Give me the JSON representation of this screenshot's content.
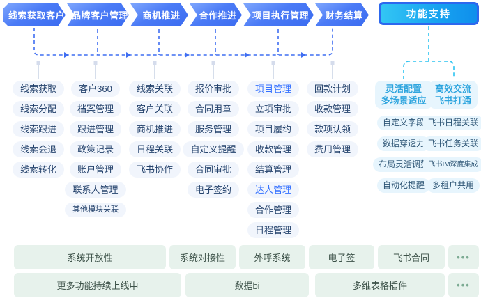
{
  "stages": [
    {
      "label": "线索获取客户",
      "items": [
        "线索获取",
        "线索分配",
        "线索跟进",
        "线索会退",
        "线索转化"
      ]
    },
    {
      "label": "品牌客户管理",
      "items": [
        "客户360",
        "档案管理",
        "跟进管理",
        "政策记录",
        "账户管理",
        "联系人管理",
        "其他模块关联"
      ]
    },
    {
      "label": "商机推进",
      "items": [
        "线索关联",
        "客户关联",
        "商机推进",
        "日程关联",
        "飞书协作"
      ]
    },
    {
      "label": "合作推进",
      "items": [
        "报价审批",
        "合同用章",
        "服务管理",
        "自定义提醒",
        "合同审批",
        "电子签约"
      ]
    },
    {
      "label": "项目执行管理",
      "items": [
        "项目管理",
        "立项审批",
        "项目履约",
        "收款管理",
        "结算管理",
        "达人管理",
        "合作管理",
        "日程管理"
      ]
    },
    {
      "label": "财务结算",
      "items": [
        "回款计划",
        "收款管理",
        "款项认领",
        "费用管理"
      ]
    }
  ],
  "highlighted_items": [
    "项目管理",
    "达人管理"
  ],
  "support": {
    "label": "功能支持",
    "groups": [
      {
        "title1": "灵活配置",
        "title2": "多场景适应",
        "items": [
          "自定义字段",
          "数据穿透力",
          "布局灵活调整",
          "自动化提醒"
        ]
      },
      {
        "title1": "高效交流",
        "title2": "飞书打通",
        "items": [
          "飞书日程关联",
          "飞书任务关联",
          "飞书IM深度集成",
          "多租户共用"
        ]
      }
    ]
  },
  "bottom": {
    "row1": [
      "系统开放性",
      "系统对接性",
      "外呼系统",
      "电子签",
      "飞书合同",
      "•••"
    ],
    "row2": [
      "更多功能持续上线中",
      "数据bi",
      "多维表格插件",
      "•••"
    ]
  },
  "colors": {
    "stage_blue": "#3a6bf0",
    "stage_blue_light": "#7ea6fd",
    "support_cyan": "#17a2f0",
    "support_border": "#2d68ee",
    "wire_blue": "#3f6ef2",
    "wire_cyan": "#2bc3f1",
    "wire_gray": "#ccd5e6",
    "pill_bg": "#f1f5fc",
    "pill_text": "#24426c",
    "pill_highlight": "#3370ff",
    "sgroup_bg": "#e7f5fd",
    "sgroup_title": "#2ea5de",
    "mint_bg": "#e7f2ec",
    "mint_text": "#3c5148",
    "mint_dots": "#7cab93"
  }
}
